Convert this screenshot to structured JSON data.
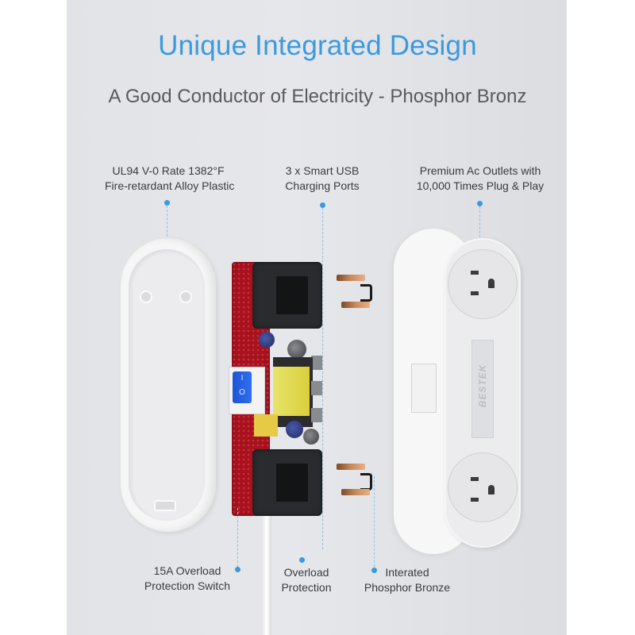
{
  "header": {
    "title": "Unique Integrated Design",
    "subtitle": "A Good Conductor of Electricity - Phosphor Bronz"
  },
  "colors": {
    "accent": "#3a9ae0",
    "text": "#3b3b3f",
    "panel_bg": "#e4e5e8",
    "pcb_red": "#a8121e",
    "switch_blue": "#2e6ff0"
  },
  "callouts": {
    "top": [
      {
        "line1": "UL94 V-0 Rate 1382°F",
        "line2": "Fire-retardant Alloy Plastic"
      },
      {
        "line1": "3 x Smart USB",
        "line2": "Charging Ports"
      },
      {
        "line1": "Premium Ac Outlets with",
        "line2": "10,000 Times Plug & Play"
      }
    ],
    "bottom": [
      {
        "line1": "15A Overload",
        "line2": "Protection Switch"
      },
      {
        "line1": "Overload",
        "line2": "Protection"
      },
      {
        "line1": "Interated",
        "line2": "Phosphor Bronze"
      }
    ]
  },
  "product": {
    "brand_logo": "BESTEK",
    "switch_labels": {
      "on": "I",
      "off": "O"
    },
    "components": [
      "back-cover",
      "pcb-board",
      "usb-ports",
      "rocker-switch",
      "transformer",
      "bronze-contacts",
      "front-outlet-face",
      "power-cord"
    ]
  }
}
